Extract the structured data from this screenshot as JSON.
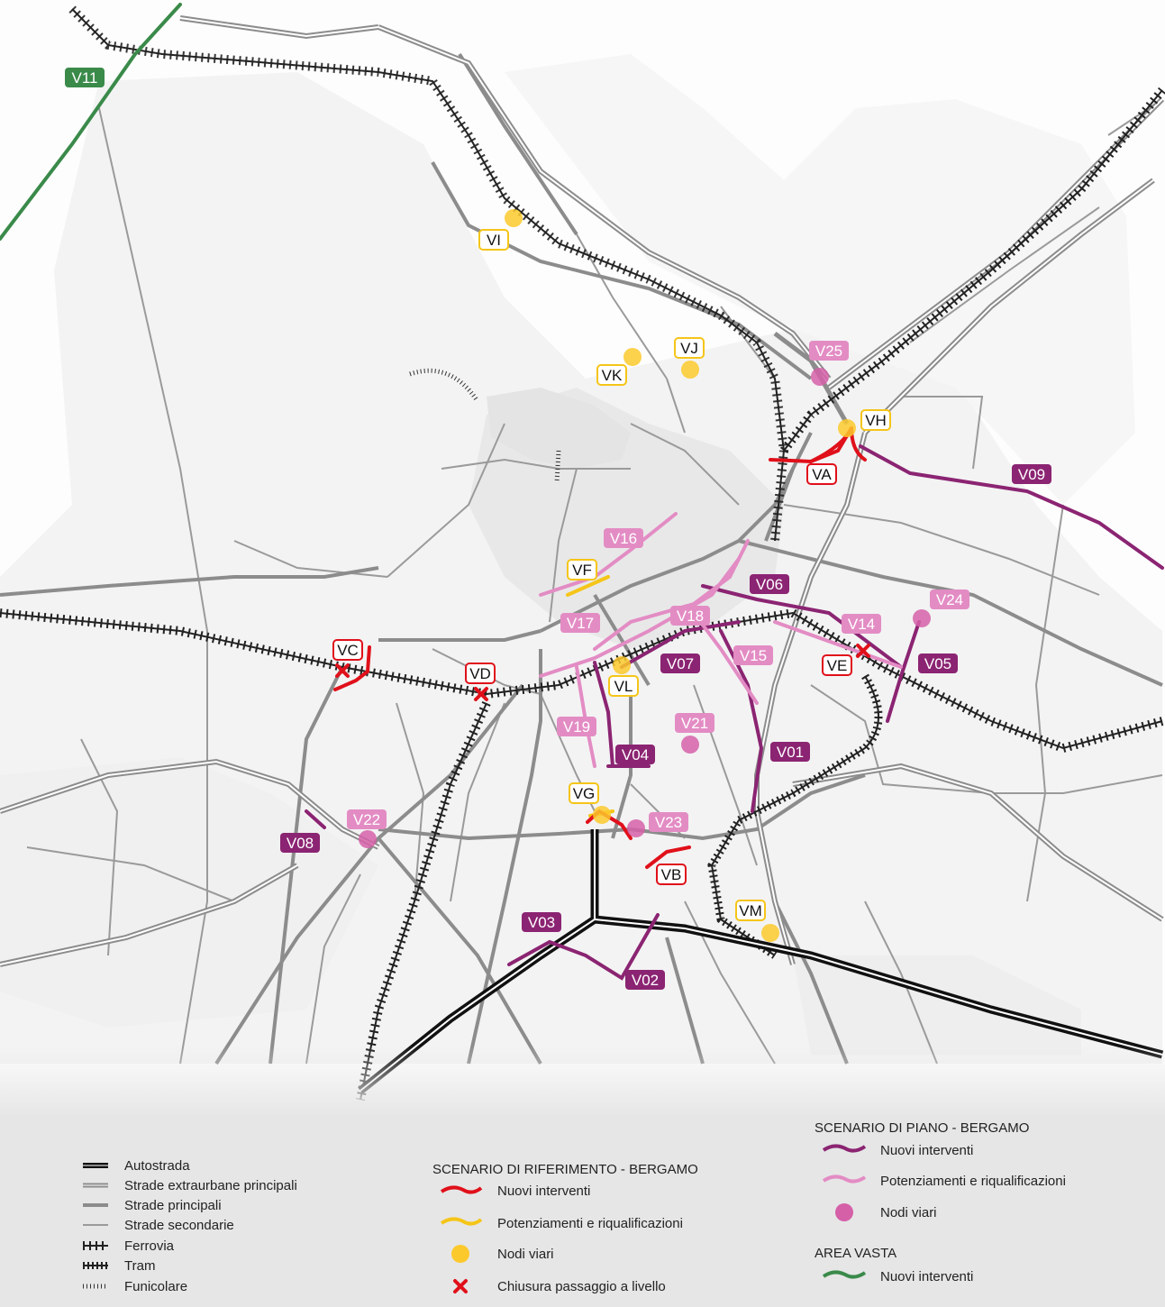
{
  "colors": {
    "plan_new": "#8b2472",
    "plan_upgrade": "#e38cc4",
    "plan_node": "#d560a8",
    "ref_new": "#e0101a",
    "ref_upgrade": "#f5c518",
    "ref_node": "#fcc92c",
    "closure": "#e0101a",
    "area_vasta": "#3a8a4a",
    "road": "#8f8f8f",
    "rail": "#222222"
  },
  "map_labels": [
    {
      "id": "V11",
      "style": "area"
    },
    {
      "id": "VI",
      "style": "ref"
    },
    {
      "id": "VJ",
      "style": "ref"
    },
    {
      "id": "VK",
      "style": "ref"
    },
    {
      "id": "V25",
      "style": "upgrade"
    },
    {
      "id": "VH",
      "style": "ref"
    },
    {
      "id": "VA",
      "style": "refnew"
    },
    {
      "id": "V09",
      "style": "new"
    },
    {
      "id": "V16",
      "style": "upgrade"
    },
    {
      "id": "VF",
      "style": "ref"
    },
    {
      "id": "V06",
      "style": "new"
    },
    {
      "id": "V24",
      "style": "upgrade"
    },
    {
      "id": "V17",
      "style": "upgrade"
    },
    {
      "id": "V18",
      "style": "upgrade"
    },
    {
      "id": "V14",
      "style": "upgrade"
    },
    {
      "id": "VC",
      "style": "refnew"
    },
    {
      "id": "V15",
      "style": "upgrade"
    },
    {
      "id": "V07",
      "style": "new"
    },
    {
      "id": "VE",
      "style": "refnew"
    },
    {
      "id": "V05",
      "style": "new"
    },
    {
      "id": "VD",
      "style": "refnew"
    },
    {
      "id": "VL",
      "style": "ref"
    },
    {
      "id": "V19",
      "style": "upgrade"
    },
    {
      "id": "V21",
      "style": "upgrade"
    },
    {
      "id": "V04",
      "style": "new"
    },
    {
      "id": "V01",
      "style": "new"
    },
    {
      "id": "VG",
      "style": "ref"
    },
    {
      "id": "V22",
      "style": "upgrade"
    },
    {
      "id": "V23",
      "style": "upgrade"
    },
    {
      "id": "V08",
      "style": "new"
    },
    {
      "id": "VB",
      "style": "refnew"
    },
    {
      "id": "VM",
      "style": "ref"
    },
    {
      "id": "V03",
      "style": "new"
    },
    {
      "id": "V02",
      "style": "new"
    }
  ],
  "legend": {
    "base": [
      {
        "label": "Autostrada",
        "icon": "autostrada"
      },
      {
        "label": "Strade extraurbane principali",
        "icon": "extraurbane"
      },
      {
        "label": "Strade principali",
        "icon": "principali"
      },
      {
        "label": "Strade secondarie",
        "icon": "secondarie"
      },
      {
        "label": "Ferrovia",
        "icon": "ferrovia"
      },
      {
        "label": "Tram",
        "icon": "tram"
      },
      {
        "label": "Funicolare",
        "icon": "funicolare"
      }
    ],
    "riferimento": {
      "title": "SCENARIO DI RIFERIMENTO - BERGAMO",
      "items": [
        {
          "label": "Nuovi interventi",
          "icon": "red-wave"
        },
        {
          "label": "Potenziamenti e riqualificazioni",
          "icon": "yellow-wave"
        },
        {
          "label": "Nodi viari",
          "icon": "yellow-dot"
        },
        {
          "label": "Chiusura passaggio a livello",
          "icon": "red-cross"
        }
      ]
    },
    "piano": {
      "title": "SCENARIO DI PIANO - BERGAMO",
      "items": [
        {
          "label": "Nuovi interventi",
          "icon": "purple-wave"
        },
        {
          "label": "Potenziamenti e riqualificazioni",
          "icon": "pink-wave"
        },
        {
          "label": "Nodi viari",
          "icon": "pink-dot"
        }
      ]
    },
    "area_vasta": {
      "title": "AREA VASTA",
      "items": [
        {
          "label": "Nuovi interventi",
          "icon": "green-wave"
        }
      ]
    }
  }
}
